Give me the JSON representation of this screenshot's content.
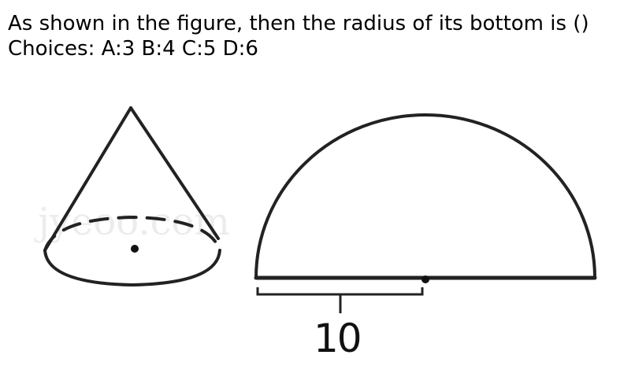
{
  "question": {
    "text": "As shown in the figure, then the radius of its bottom is ()",
    "choices": "Choices: A:3   B:4   C:5   D:6"
  },
  "figure": {
    "segment_label": "10",
    "watermark": "jyeoo.com",
    "stroke_color": "#222222"
  }
}
